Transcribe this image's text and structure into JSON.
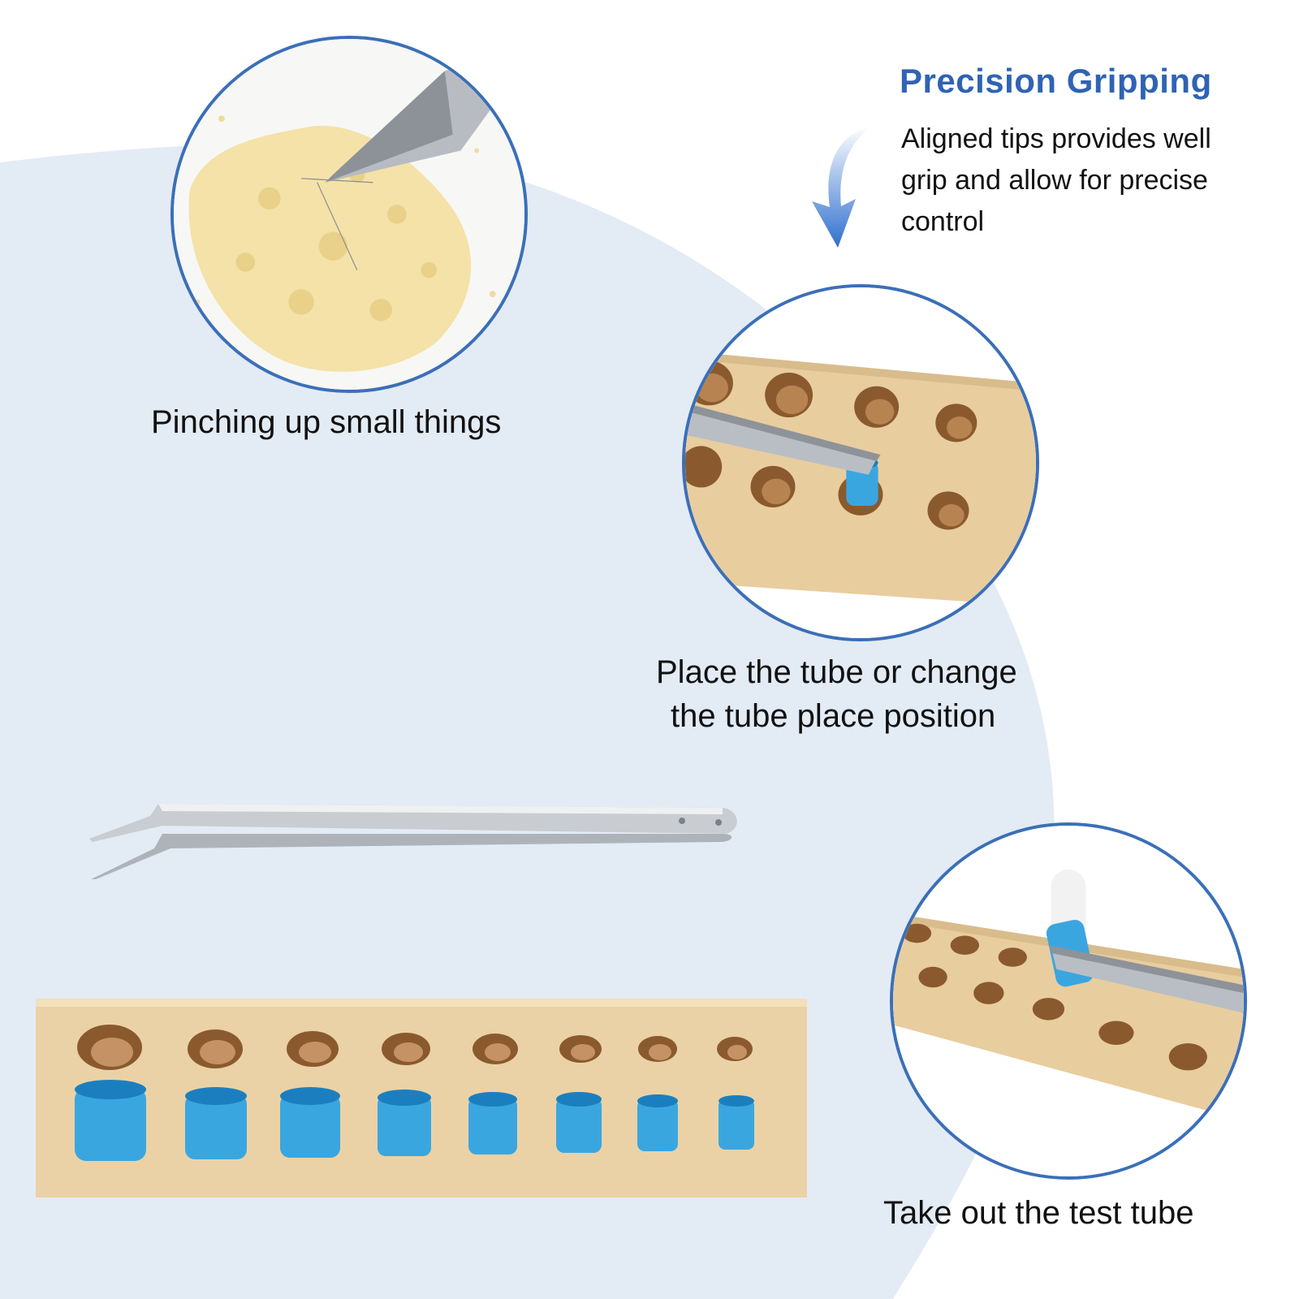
{
  "heading": "Precision Gripping",
  "heading_description": "Aligned tips provides well grip and allow for precise control",
  "captions": {
    "pinching": "Pinching up small things",
    "place_line1": "Place the tube or change",
    "place_line2": "the tube place position",
    "take_out": "Take out the test tube"
  },
  "colors": {
    "accent": "#2f63b4",
    "background_blob": "#e3ebf5",
    "circle_border": "#3b6fb8",
    "wood": "#e9cfa3",
    "cap_blue": "#3aa6e0"
  },
  "icons": {
    "arrow": "curved-down-arrow-icon"
  }
}
